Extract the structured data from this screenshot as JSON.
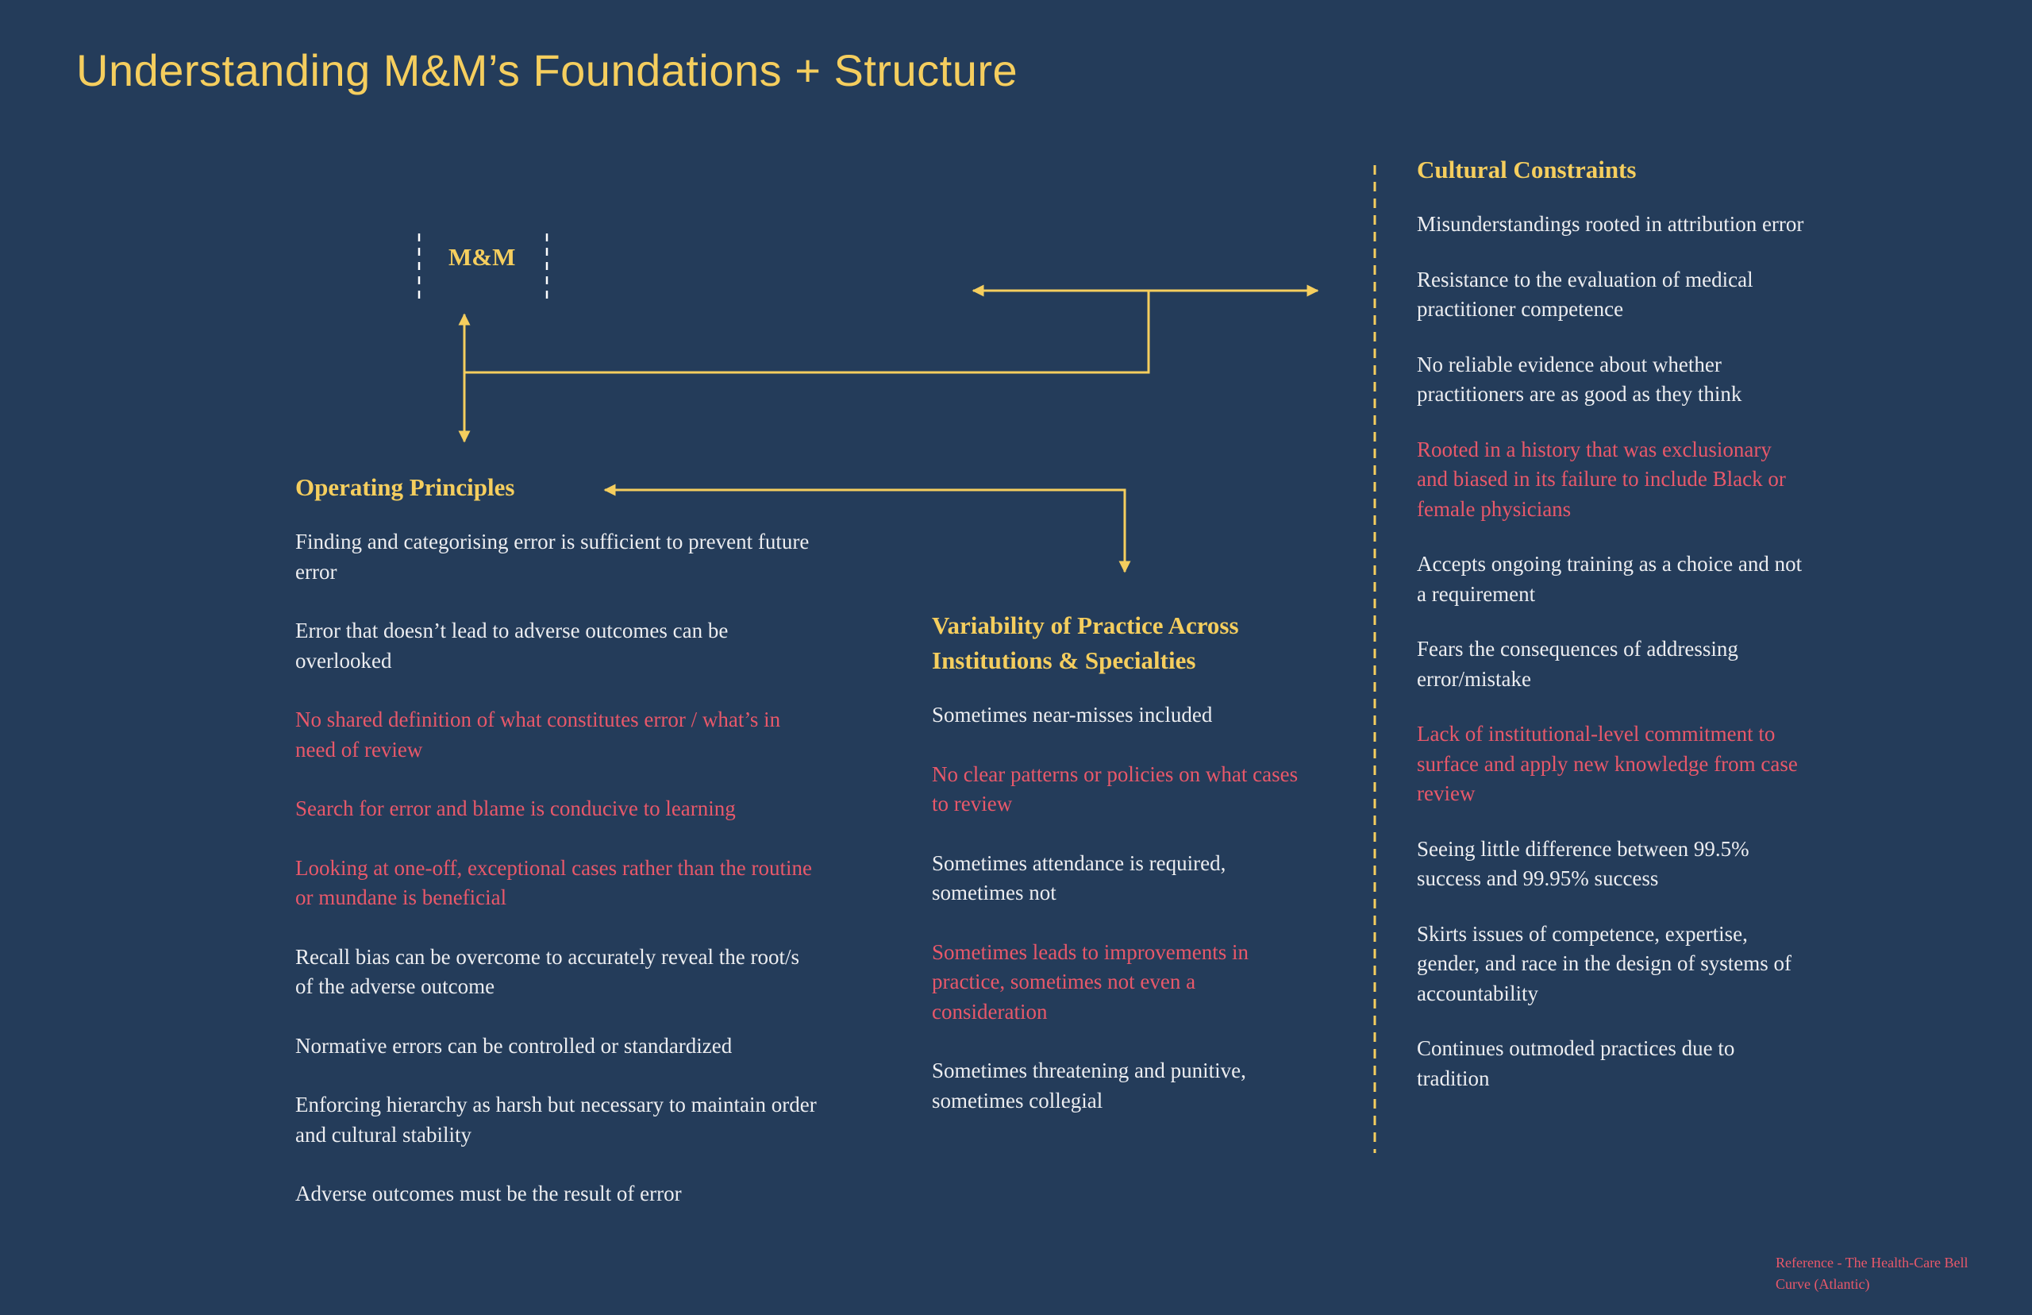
{
  "title": "Understanding M&M’s Foundations + Structure",
  "center_node": {
    "label": "M&M"
  },
  "operating_principles": {
    "heading": "Operating Principles",
    "items": [
      {
        "text": "Finding and categorising error is sufficient to prevent future error",
        "highlight": false
      },
      {
        "text": "Error that doesn’t lead to adverse outcomes can be overlooked",
        "highlight": false
      },
      {
        "text": "No shared definition of what constitutes error / what’s in need of review",
        "highlight": true
      },
      {
        "text": "Search for error and blame is conducive to learning",
        "highlight": true
      },
      {
        "text": "Looking at one-off, exceptional cases rather than the routine or mundane is beneficial",
        "highlight": true
      },
      {
        "text": "Recall bias can be overcome to accurately reveal the root/s of the adverse outcome",
        "highlight": false
      },
      {
        "text": "Normative errors can be controlled or standardized",
        "highlight": false
      },
      {
        "text": "Enforcing hierarchy as harsh but necessary to maintain order and cultural stability",
        "highlight": false
      },
      {
        "text": "Adverse outcomes must be the result of error",
        "highlight": false
      }
    ]
  },
  "variability": {
    "heading": "Variability of Practice Across Institutions & Specialties",
    "items": [
      {
        "text": "Sometimes near-misses included",
        "highlight": false
      },
      {
        "text": "No clear patterns or policies on what cases to review",
        "highlight": true
      },
      {
        "text": "Sometimes attendance is required, sometimes not",
        "highlight": false
      },
      {
        "text": "Sometimes leads to improvements in practice, sometimes not even a consideration",
        "highlight": true
      },
      {
        "text": "Sometimes threatening and punitive, sometimes collegial",
        "highlight": false
      }
    ]
  },
  "cultural_constraints": {
    "heading": "Cultural Constraints",
    "items": [
      {
        "text": "Misunderstandings rooted in attribution error",
        "highlight": false
      },
      {
        "text": "Resistance to the evaluation of medical practitioner competence",
        "highlight": false
      },
      {
        "text": "No reliable evidence about whether practitioners are as good as they think",
        "highlight": false
      },
      {
        "text": "Rooted in a history that was exclusionary and biased in its failure to include Black or female physicians",
        "highlight": true
      },
      {
        "text": "Accepts ongoing training as a choice and not a requirement",
        "highlight": false
      },
      {
        "text": "Fears the consequences of addressing error/mistake",
        "highlight": false
      },
      {
        "text": "Lack of institutional-level commitment to surface and apply new knowledge from case review",
        "highlight": true
      },
      {
        "text": "Seeing little difference between 99.5% success and 99.95% success",
        "highlight": false
      },
      {
        "text": "Skirts issues of competence, expertise, gender, and race in the design of systems of accountability",
        "highlight": false
      },
      {
        "text": "Continues outmoded practices due to tradition",
        "highlight": false
      }
    ]
  },
  "reference": "Reference - The Health-Care Bell Curve (Atlantic)",
  "colors": {
    "background": "#243c5a",
    "accent": "#f5ce5e",
    "highlight": "#e8586a",
    "text": "#ecedf0"
  }
}
